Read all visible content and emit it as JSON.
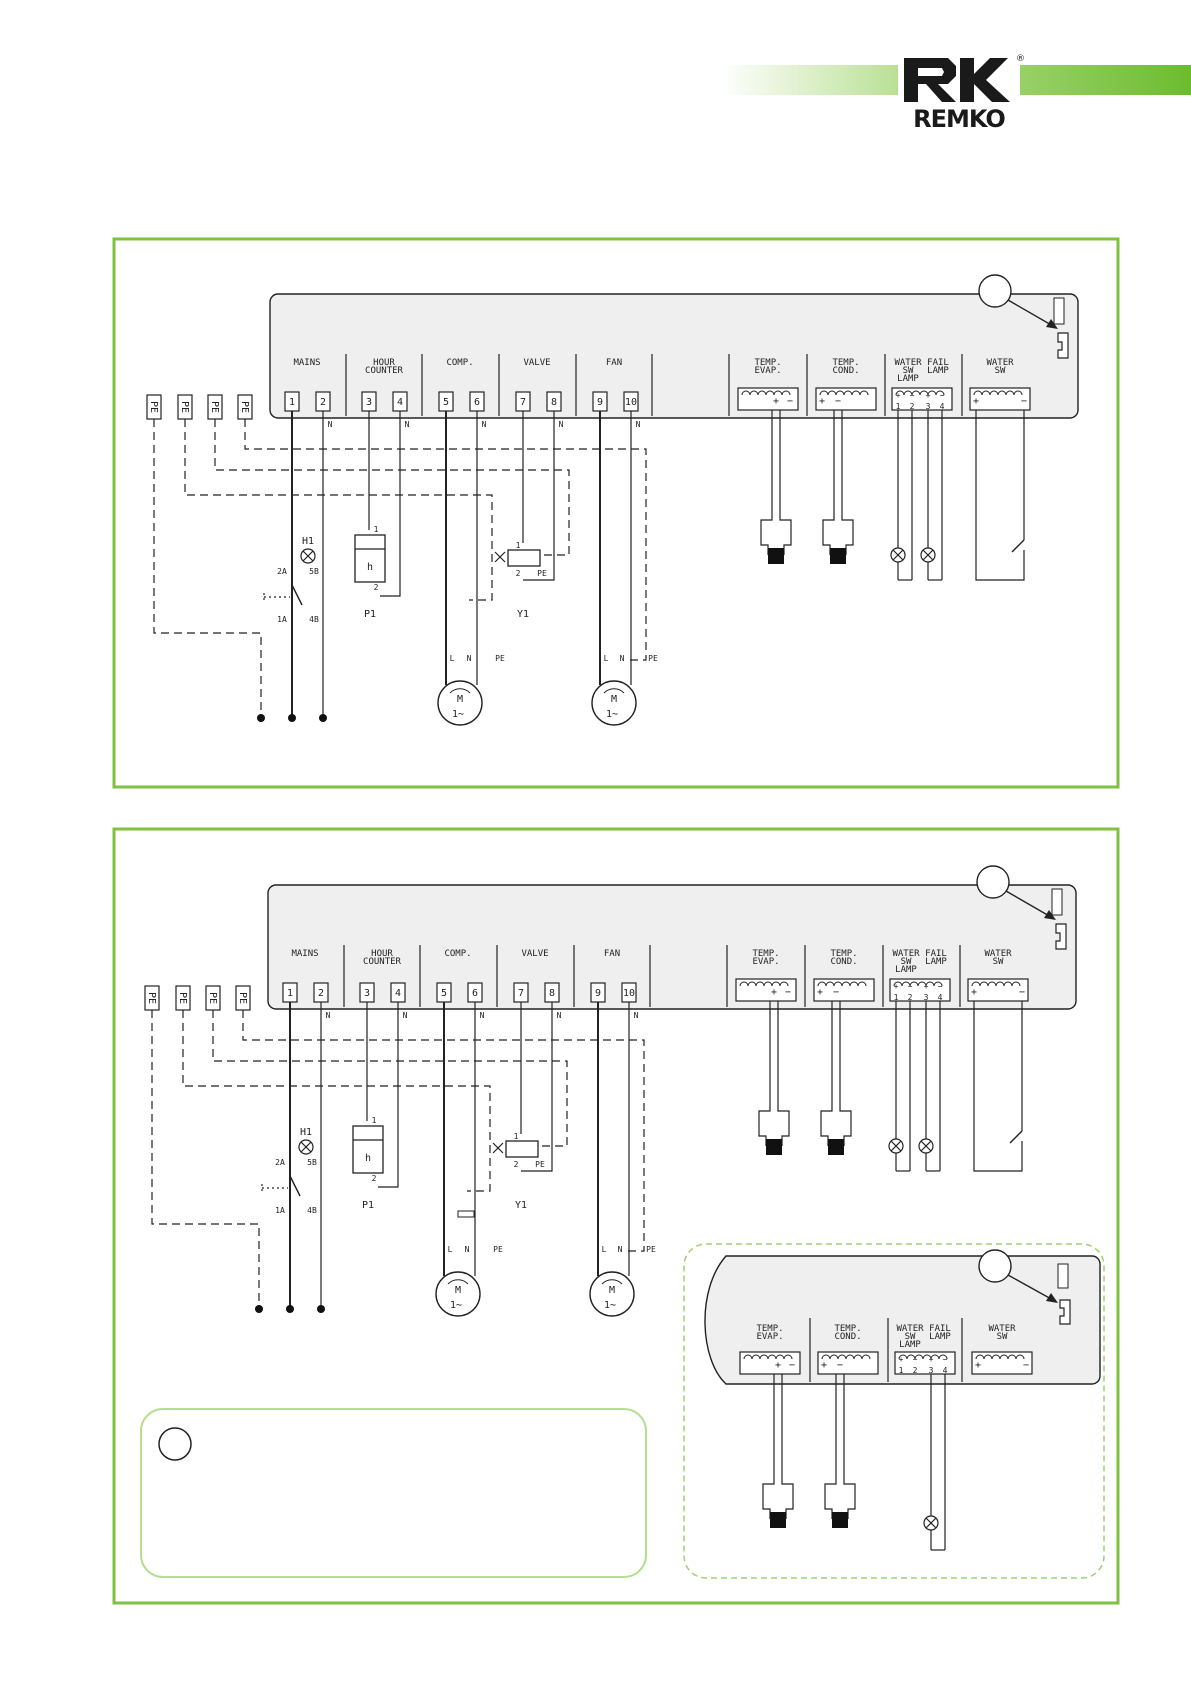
{
  "brand": {
    "name": "REMKO",
    "registered": "®"
  },
  "colors": {
    "accent_green": "#7fc241",
    "panel_fill": "#efefef",
    "line": "#222222"
  },
  "diagram1": {
    "modules": {
      "mains": "MAINS",
      "hour1": "HOUR",
      "hour2": "COUNTER",
      "comp": "COMP.",
      "valve": "VALVE",
      "fan": "FAN",
      "tevap1": "TEMP.",
      "tevap2": "EVAP.",
      "tcond1": "TEMP.",
      "tcond2": "COND.",
      "water1": "WATER",
      "water2": "SW",
      "water3": "LAMP",
      "fail1": "FAIL",
      "fail2": "LAMP",
      "wsw1": "WATER",
      "wsw2": "SW"
    },
    "terminals": [
      "1",
      "2",
      "3",
      "4",
      "5",
      "6",
      "7",
      "8",
      "9",
      "10"
    ],
    "pe": "PE",
    "n": "N",
    "plus": "+",
    "minus": "−",
    "labels": {
      "h1": "H1",
      "sw2a": "2A",
      "sw5b": "5B",
      "sw1a": "1A",
      "sw4b": "4B",
      "p1": "P1",
      "y1": "Y1",
      "h": "h",
      "one": "1",
      "two": "2",
      "l": "L",
      "m": "M",
      "one_ac": "1∼",
      "t1": "1",
      "t2": "2",
      "t3": "3",
      "t4": "4"
    }
  },
  "diagram2": {
    "modules": {
      "mains": "MAINS",
      "hour1": "HOUR",
      "hour2": "COUNTER",
      "comp": "COMP.",
      "valve": "VALVE",
      "fan": "FAN",
      "tevap1": "TEMP.",
      "tevap2": "EVAP.",
      "tcond1": "TEMP.",
      "tcond2": "COND.",
      "water1": "WATER",
      "water2": "SW",
      "water3": "LAMP",
      "fail1": "FAIL",
      "fail2": "LAMP",
      "wsw1": "WATER",
      "wsw2": "SW"
    },
    "terminals": [
      "1",
      "2",
      "3",
      "4",
      "5",
      "6",
      "7",
      "8",
      "9",
      "10"
    ],
    "pe": "PE",
    "n": "N",
    "plus": "+",
    "minus": "−",
    "labels": {
      "h1": "H1",
      "sw2a": "2A",
      "sw5b": "5B",
      "sw1a": "1A",
      "sw4b": "4B",
      "p1": "P1",
      "y1": "Y1",
      "h": "h",
      "one": "1",
      "two": "2",
      "l": "L",
      "m": "M",
      "one_ac": "1∼",
      "t1": "1",
      "t2": "2",
      "t3": "3",
      "t4": "4"
    }
  },
  "inset": {
    "modules": {
      "tevap1": "TEMP.",
      "tevap2": "EVAP.",
      "tcond1": "TEMP.",
      "tcond2": "COND.",
      "water1": "WATER",
      "water2": "SW",
      "water3": "LAMP",
      "fail1": "FAIL",
      "fail2": "LAMP",
      "wsw1": "WATER",
      "wsw2": "SW"
    },
    "plus": "+",
    "minus": "−",
    "t1": "1",
    "t2": "2",
    "t3": "3",
    "t4": "4"
  }
}
